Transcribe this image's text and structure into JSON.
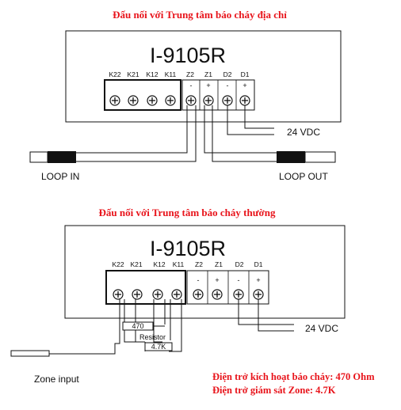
{
  "diagram1": {
    "title": "Đấu nối với Trung tâm báo cháy địa chỉ",
    "model": "I-9105R",
    "terminals": [
      "K22",
      "K21",
      "K12",
      "K11",
      "Z2",
      "Z1",
      "D2",
      "D1"
    ],
    "z2_polarity": "-",
    "z1_polarity": "+",
    "d2_polarity": "-",
    "d1_polarity": "+",
    "power_label": "24 VDC",
    "loop_in_label": "LOOP IN",
    "loop_out_label": "LOOP OUT"
  },
  "diagram2": {
    "title": "Đấu nối với Trung tâm báo cháy thường",
    "model": "I-9105R",
    "terminals": [
      "K22",
      "K21",
      "K12",
      "K11",
      "Z2",
      "Z1",
      "D2",
      "D1"
    ],
    "z2_polarity": "-",
    "z1_polarity": "+",
    "d2_polarity": "-",
    "d1_polarity": "+",
    "resistor_470": "470",
    "resistor_label": "Resistor",
    "resistor_4k7": "4.7K",
    "power_label": "24 VDC",
    "zone_input_label": "Zone input",
    "note_alarm": "Điện trở kích hoạt báo cháy: 470 Ohm",
    "note_supervision": "Điện trở giám sát Zone: 4.7K"
  }
}
